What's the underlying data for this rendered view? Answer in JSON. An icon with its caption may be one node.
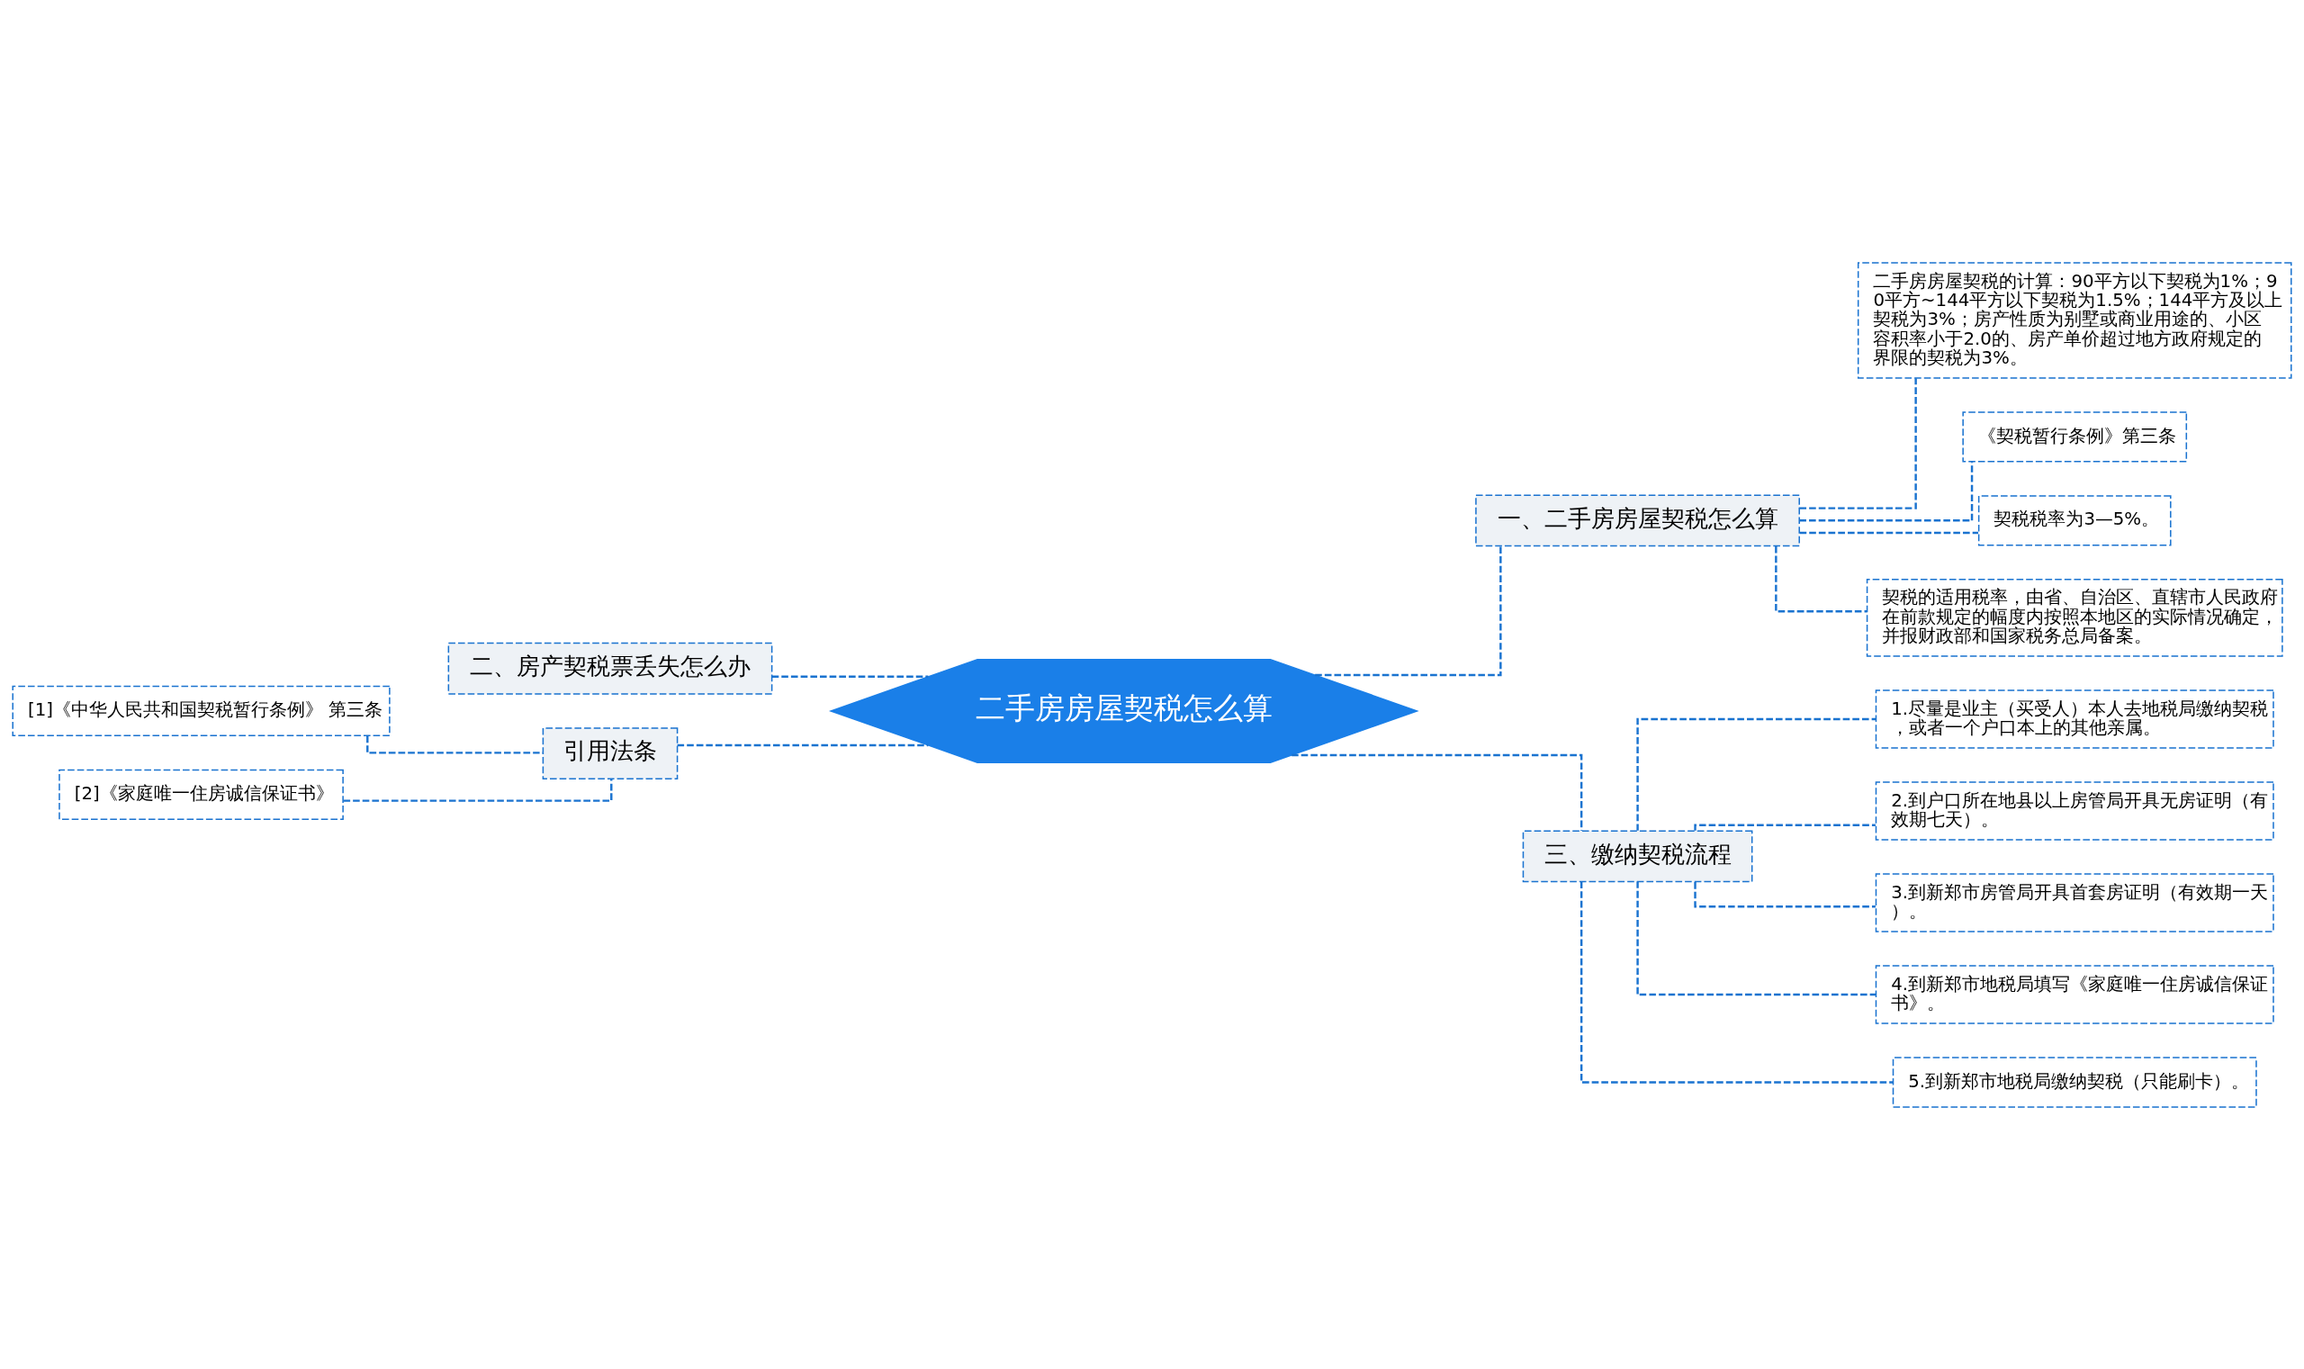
{
  "diagram": {
    "nodes": [
      {
        "text": [
          "二手房房屋契税怎么算"
        ]
      },
      {
        "text": [
          "一、二手房房屋契税怎么算"
        ]
      },
      {
        "text": [
          "二手房房屋契税的计算：90平方以下契税为1%；90平方~144平方以下契税为1.5%；144平方及以上契税为3%；房产性质为别墅或商业用途的、小区容积率小于2.0的、房产单价超过地方政府规定的界限的契税为3%。"
        ]
      },
      {
        "text": [
          "《契税暂行条例》第三条"
        ]
      },
      {
        "text": [
          "契税税率为3—5%。"
        ]
      },
      {
        "text": [
          "契税的适用税率，由省、自治区、直辖市人民政府在前款规定的幅度内按照本地区的实际情况确定，并报财政部和国家税务总局备案。"
        ]
      },
      {
        "text": [
          "二、房产契税票丢失怎么办"
        ]
      },
      {
        "text": [
          "三、缴纳契税流程"
        ]
      },
      {
        "text": [
          "1.尽量是业主（买受人）本人去地税局缴纳契税，或者一个户口本上的其他亲属。"
        ]
      },
      {
        "text": [
          "2.到户口所在地县以上房管局开具无房证明（有效期七天）。"
        ]
      },
      {
        "text": [
          "3.到新郑市房管局开具首套房证明（有效期一天）。"
        ]
      },
      {
        "text": [
          "4.到新郑市地税局填写《家庭唯一住房诚信保证书》。"
        ]
      },
      {
        "text": [
          "5.到新郑市地税局缴纳契税（只能刷卡）。"
        ]
      },
      {
        "text": [
          "引用法条"
        ]
      },
      {
        "text": [
          "[1]《中华人民共和国契税暂行条例》 第三条"
        ]
      },
      {
        "text": [
          "[2]《家庭唯一住房诚信保证书》"
        ]
      }
    ],
    "edges": [
      {
        "from": 0,
        "to": 1,
        "arrow": "none",
        "style": "dashed"
      },
      {
        "from": 1,
        "to": 2,
        "arrow": "none",
        "style": "dashed"
      },
      {
        "from": 1,
        "to": 3,
        "arrow": "none",
        "style": "dashed"
      },
      {
        "from": 1,
        "to": 4,
        "arrow": "none",
        "style": "dashed"
      },
      {
        "from": 1,
        "to": 5,
        "arrow": "none",
        "style": "dashed"
      },
      {
        "from": 0,
        "to": 6,
        "arrow": "none",
        "style": "dashed"
      },
      {
        "from": 0,
        "to": 7,
        "arrow": "none",
        "style": "dashed"
      },
      {
        "from": 7,
        "to": 8,
        "arrow": "none",
        "style": "dashed"
      },
      {
        "from": 7,
        "to": 9,
        "arrow": "none",
        "style": "dashed"
      },
      {
        "from": 7,
        "to": 10,
        "arrow": "none",
        "style": "dashed"
      },
      {
        "from": 7,
        "to": 11,
        "arrow": "none",
        "style": "dashed"
      },
      {
        "from": 7,
        "to": 12,
        "arrow": "none",
        "style": "dashed"
      },
      {
        "from": 0,
        "to": 13,
        "arrow": "none",
        "style": "dashed"
      },
      {
        "from": 13,
        "to": 14,
        "arrow": "none",
        "style": "dashed"
      },
      {
        "from": 13,
        "to": 15,
        "arrow": "none",
        "style": "dashed"
      }
    ]
  }
}
